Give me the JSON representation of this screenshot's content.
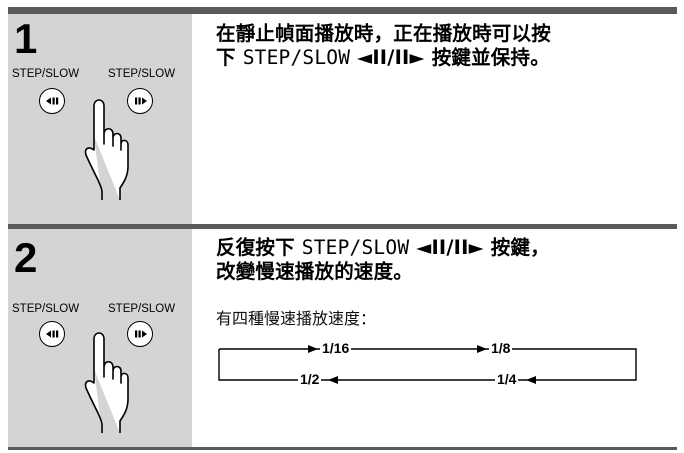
{
  "step1": {
    "number": "1",
    "label_left": "STEP/SLOW",
    "label_right": "STEP/SLOW",
    "heading_line1": "在靜止幀面播放時，正在播放時可以按",
    "heading_line2_pre": "下 ",
    "heading_line2_code": "STEP/SLOW",
    "heading_line2_symbols": " ◄II/II► ",
    "heading_line2_post": "按鍵並保持。"
  },
  "step2": {
    "number": "2",
    "label_left": "STEP/SLOW",
    "label_right": "STEP/SLOW",
    "heading_line1_pre": "反復按下 ",
    "heading_line1_code": "STEP/SLOW",
    "heading_line1_symbols": " ◄II/II► ",
    "heading_line1_post": "按鍵，",
    "heading_line2": "改變慢速播放的速度。",
    "subtext": "有四種慢速播放速度："
  },
  "speeds": {
    "top": [
      "1/16",
      "1/8"
    ],
    "bottom": [
      "1/2",
      "1/4"
    ]
  },
  "icons": {
    "left_button": "step-back-icon",
    "right_button": "step-forward-icon",
    "hand": "pointing-hand-icon"
  }
}
